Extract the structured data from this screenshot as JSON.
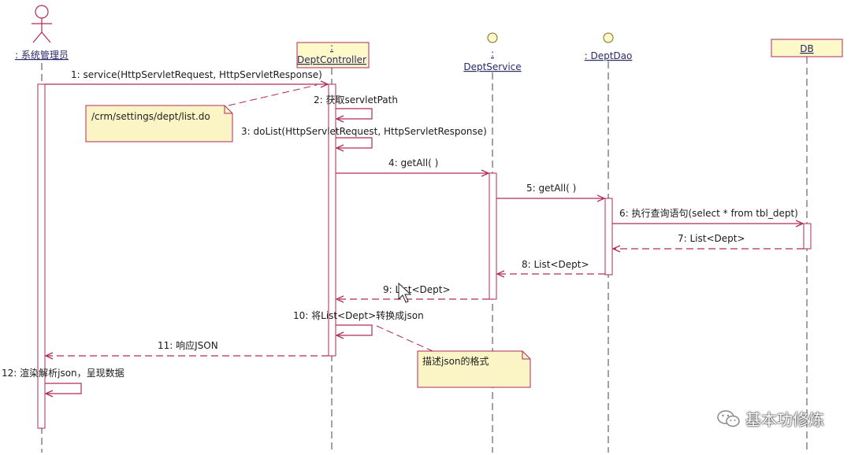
{
  "participants": {
    "actor": ": 系统管理员",
    "controller_colon": ":",
    "controller": "DeptController",
    "service_colon": ":",
    "service": "DeptService",
    "dao": ": DeptDao",
    "db": "DB"
  },
  "messages": {
    "m1": "1: service(HttpServletRequest, HttpServletResponse)",
    "m2": "2: 获取servletPath",
    "m3": "3: doList(HttpServletRequest, HttpServletResponse)",
    "m4": "4: getAll( )",
    "m5": "5: getAll( )",
    "m6": "6: 执行查询语句(select * from tbl_dept)",
    "m7": "7: List<Dept>",
    "m8": "8: List<Dept>",
    "m9": "9: List<Dept>",
    "m10": "10: 将List<Dept>转换成json",
    "m11": "11: 响应JSON",
    "m12": "12: 渲染解析json，呈现数据"
  },
  "notes": {
    "path": "/crm/settings/dept/list.do",
    "json_format": "描述json的格式"
  },
  "watermark": "基本功修炼",
  "colors": {
    "message": "#b02a5a",
    "lifeline": "#444444",
    "activation_fill": "#ffffff",
    "note_fill": "#fbf4c4",
    "header_fill": "#fdf9c8"
  }
}
